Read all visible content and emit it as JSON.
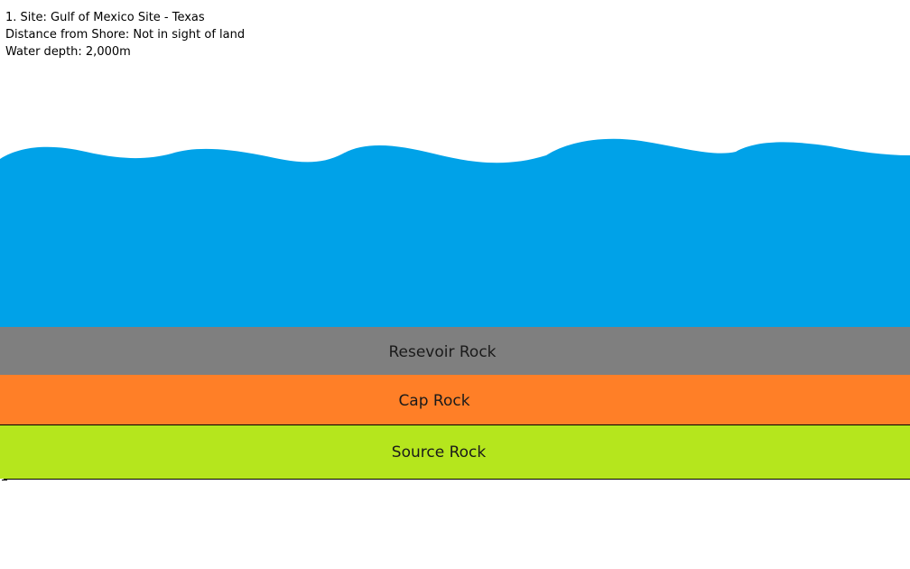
{
  "site_info": {
    "site": "1. Site: Gulf of Mexico Site - Texas",
    "distance": "Distance from Shore: Not in sight of land",
    "depth": "Water depth: 2,000m"
  },
  "colors": {
    "water": "#00a2e8",
    "reservoir": "#7f7f7f",
    "cap": "#ff7f27",
    "source": "#b5e61d",
    "divider": "#000000"
  },
  "layers": [
    {
      "id": "reservoir",
      "label": "Resevoir Rock",
      "color": "#7f7f7f"
    },
    {
      "id": "cap",
      "label": "Cap Rock",
      "color": "#ff7f27"
    },
    {
      "id": "source",
      "label": "Source Rock",
      "color": "#b5e61d"
    }
  ]
}
